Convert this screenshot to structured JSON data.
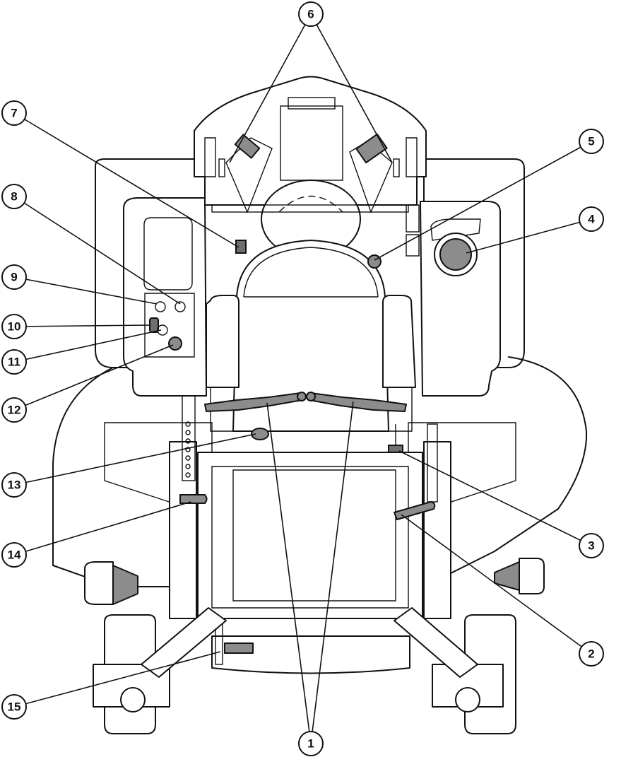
{
  "callouts": [
    {
      "id": "1",
      "label": "1"
    },
    {
      "id": "2",
      "label": "2"
    },
    {
      "id": "3",
      "label": "3"
    },
    {
      "id": "4",
      "label": "4"
    },
    {
      "id": "5",
      "label": "5"
    },
    {
      "id": "6",
      "label": "6"
    },
    {
      "id": "7",
      "label": "7"
    },
    {
      "id": "8",
      "label": "8"
    },
    {
      "id": "9",
      "label": "9"
    },
    {
      "id": "10",
      "label": "10"
    },
    {
      "id": "11",
      "label": "11"
    },
    {
      "id": "12",
      "label": "12"
    },
    {
      "id": "13",
      "label": "13"
    },
    {
      "id": "14",
      "label": "14"
    },
    {
      "id": "15",
      "label": "15"
    }
  ],
  "colors": {
    "line": "#111111",
    "part_fill": "#8c8c8c",
    "background": "#ffffff"
  }
}
